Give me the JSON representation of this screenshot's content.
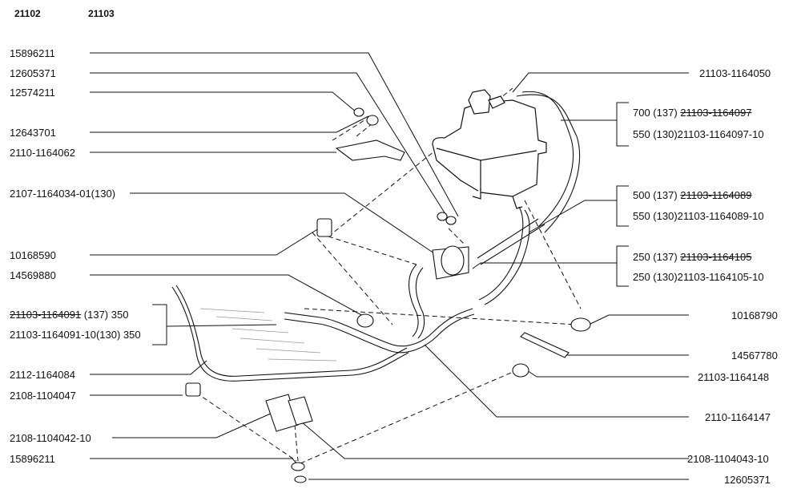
{
  "header": {
    "model_a": "21102",
    "model_b": "21103"
  },
  "left_labels": [
    "15896211",
    "12605371",
    "12574211",
    "12643701",
    "2110-1164062",
    "2107-1164034-01(130)",
    "10168590",
    "14569880",
    "2112-1164084",
    "2108-1104047",
    "2108-1104042-10",
    "15896211"
  ],
  "bracket_left": {
    "row1_part": "21103-1164091",
    "row1_rest": " (137)  350",
    "row2": "21103-1164091-10(130) 350"
  },
  "right_labels": {
    "top": "21103-1164050",
    "g1_r1_a": "700 (137)  ",
    "g1_r1_b": "21103-1164097",
    "g1_r2": "550 (130)21103-1164097-10",
    "g2_r1_a": "500 (137)  ",
    "g2_r1_b": "21103-1164089",
    "g2_r2": "550 (130)21103-1164089-10",
    "g3_r1_a": "250 (137)  ",
    "g3_r1_b": "21103-1164105",
    "g3_r2": "250 (130)21103-1164105-10",
    "r1": "10168790",
    "r2": "14567780",
    "r3": "21103-1164148",
    "r4": "2110-1164147",
    "r5": "2108-1104043-10",
    "r6": "12605371"
  }
}
